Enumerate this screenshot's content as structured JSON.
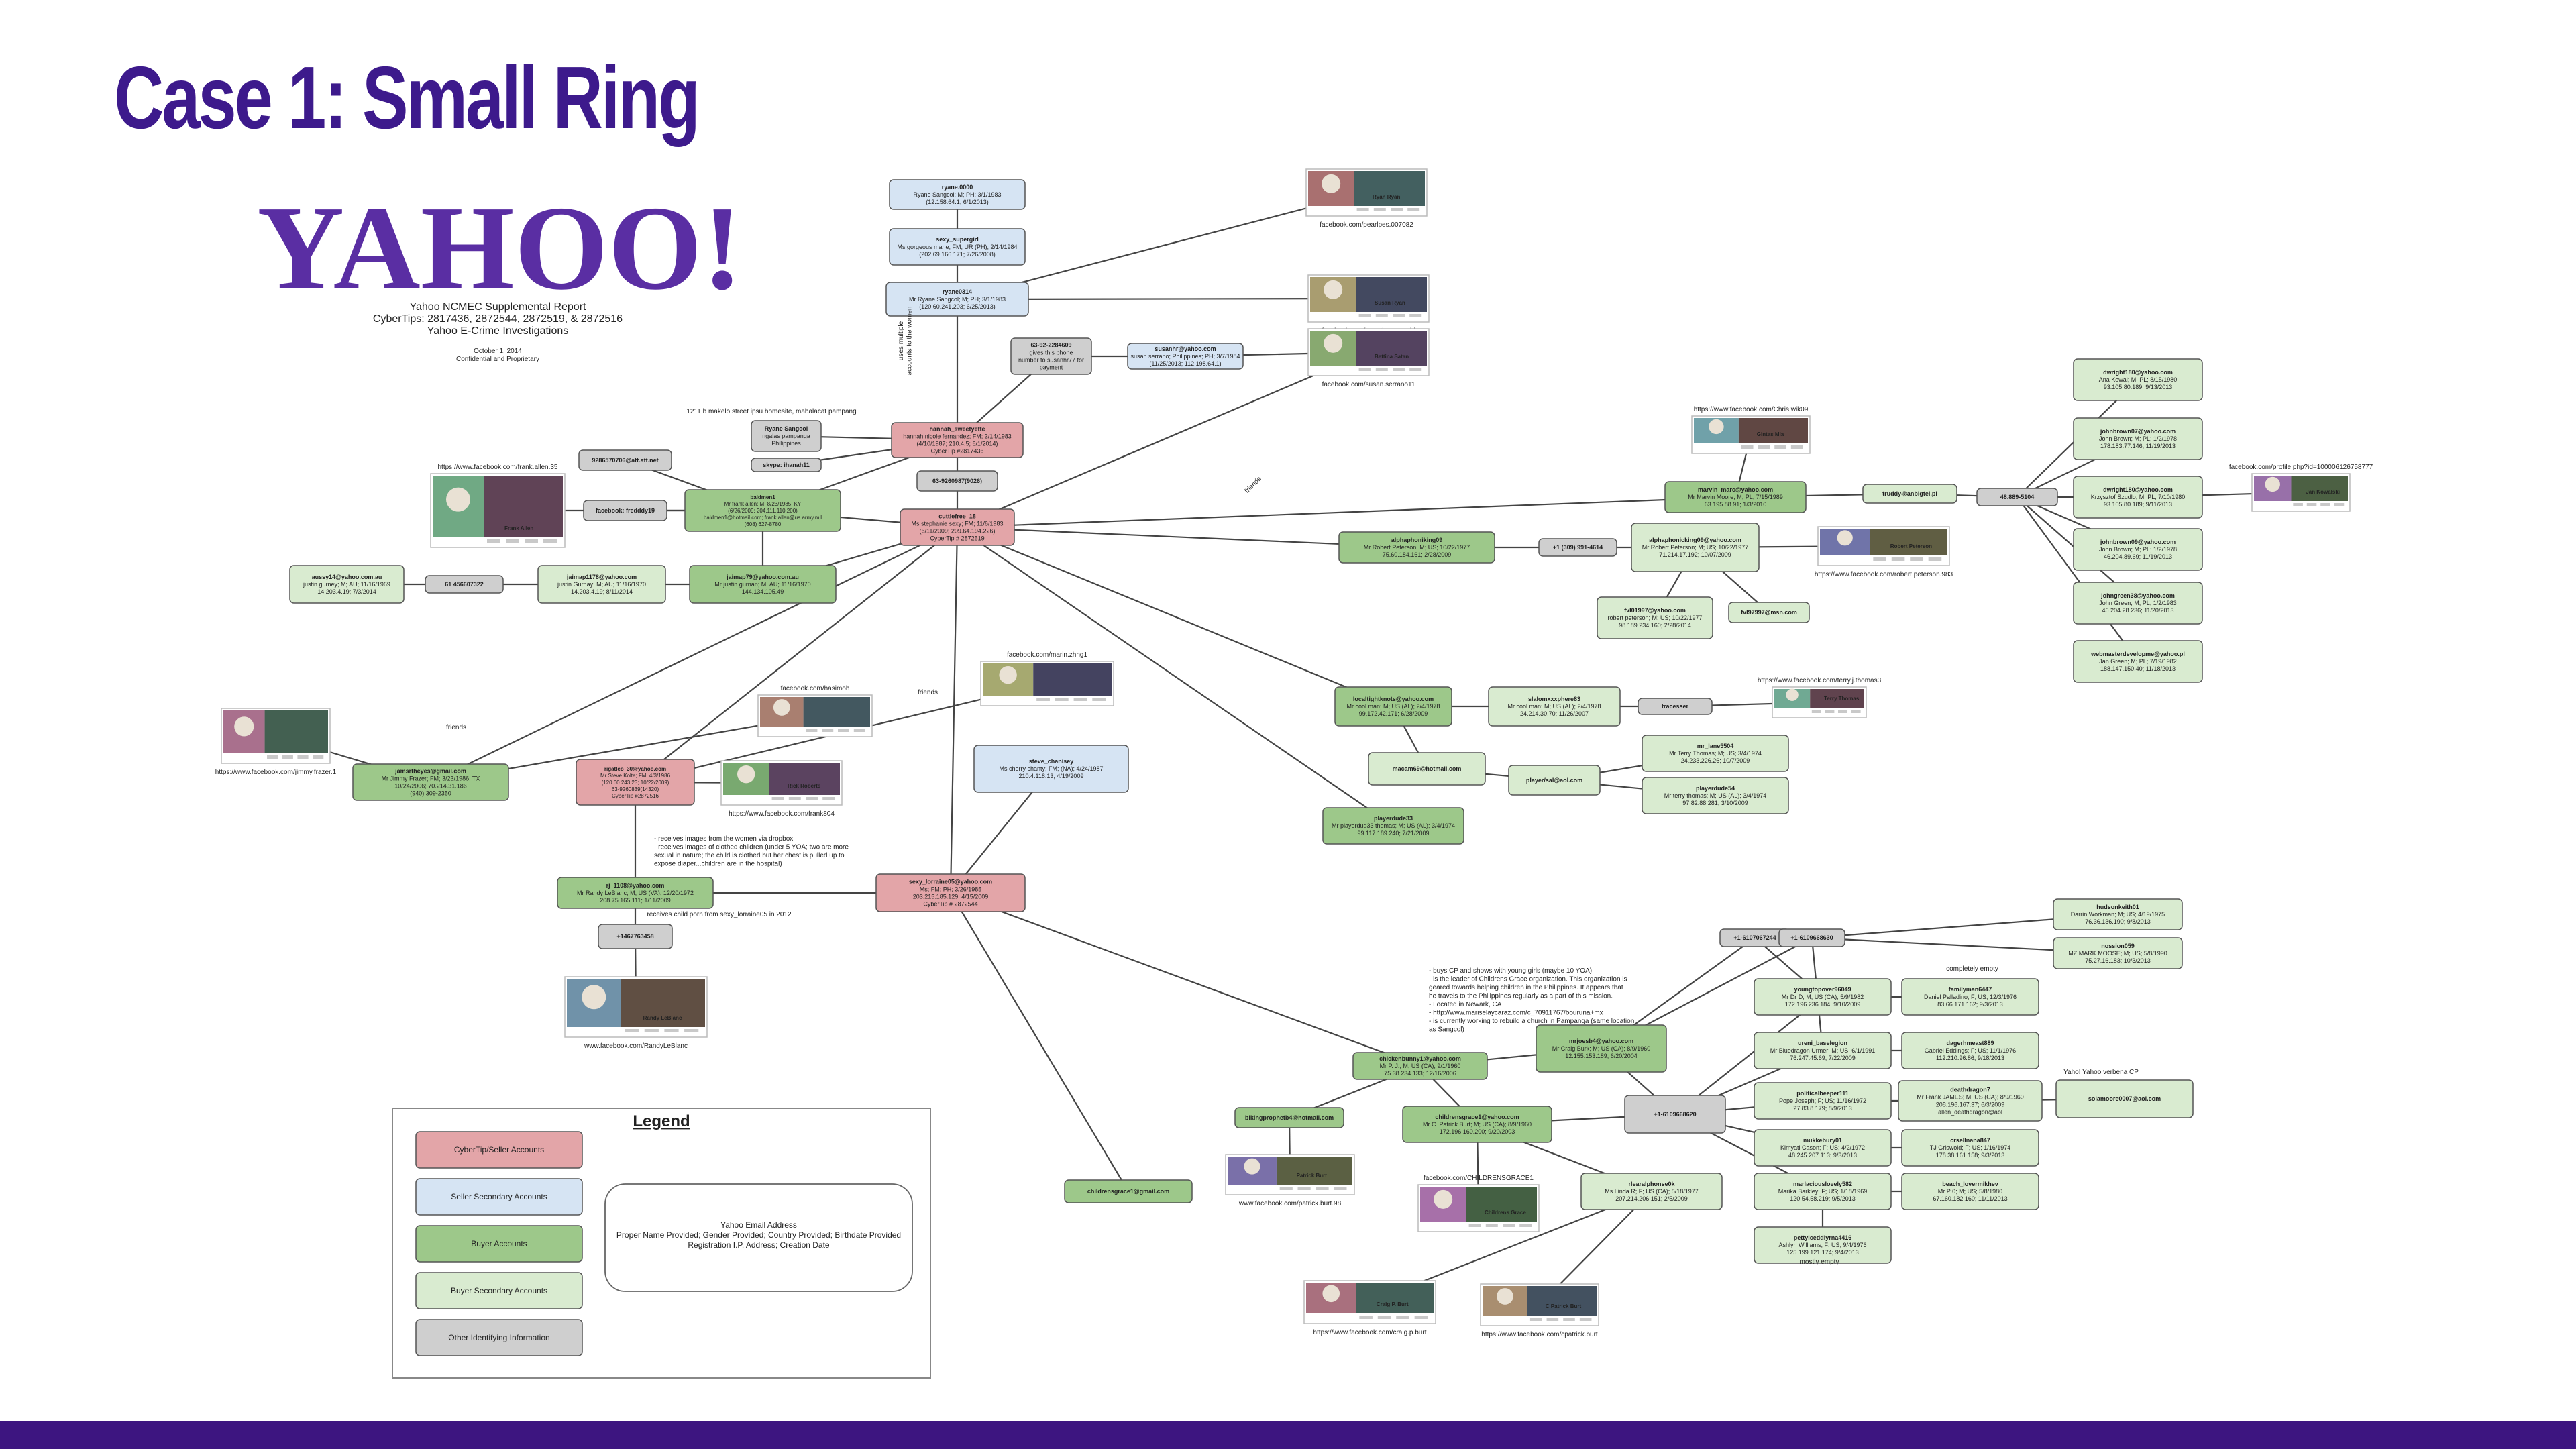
{
  "slide": {
    "title": "Case 1: Small Ring"
  },
  "colors": {
    "title": "#3d1a8c",
    "footer": "#3d1580",
    "cybertip": "#e3a5a8",
    "seller_secondary": "#d6e4f3",
    "buyer": "#9dc88a",
    "buyer_secondary": "#d9ebd0",
    "other": "#cfcfcf",
    "edge": "#444444",
    "logo": "#5a2ea3"
  },
  "report": {
    "logo": "YAHOO!",
    "lines": [
      "Yahoo NCMEC Supplemental Report",
      "CyberTips: 2817436, 2872544, 2872519, & 2872516",
      "Yahoo E-Crime Investigations"
    ],
    "small_lines": [
      "October 1, 2014",
      "Confidential and Proprietary"
    ]
  },
  "legend": {
    "title": "Legend",
    "items": [
      {
        "label": "CyberTip/Seller Accounts",
        "type": "cybertip"
      },
      {
        "label": "Seller Secondary Accounts",
        "type": "seller_secondary"
      },
      {
        "label": "Buyer Accounts",
        "type": "buyer"
      },
      {
        "label": "Buyer Secondary Accounts",
        "type": "buyer_secondary"
      },
      {
        "label": "Other Identifying Information",
        "type": "other"
      }
    ],
    "example_lines": [
      "Yahoo Email Address",
      "Proper Name Provided; Gender Provided; Country Provided; Birthdate Provided",
      "Registration I.P. Address; Creation Date"
    ]
  },
  "nodes": [
    {
      "id": "n1",
      "type": "seller_secondary",
      "lines": [
        "ryane.0000",
        "Ryane Sangcol; M; PH; 3/1/1983",
        "(12.158.64.1; 6/1/2013)"
      ]
    },
    {
      "id": "n2",
      "type": "seller_secondary",
      "lines": [
        "sexy_supergirl",
        "Ms gorgeous mane; FM; UR (PH); 2/14/1984",
        "(202.69.166.171; 7/26/2008)"
      ]
    },
    {
      "id": "n3",
      "type": "seller_secondary",
      "lines": [
        "ryane0314",
        "Mr Ryane Sangcol; M; PH; 3/1/1983",
        "(120.60.241.203; 6/25/2013)"
      ]
    },
    {
      "id": "n4",
      "type": "other",
      "lines": [
        "63-92-2284609",
        "gives this phone",
        "number to susanhr77 for",
        "payment"
      ]
    },
    {
      "id": "n5",
      "type": "seller_secondary",
      "lines": [
        "susanhr@yahoo.com",
        "susan.serrano; Philippines; PH; 3/7/1984",
        "(11/25/2013; 112.198.64.1)"
      ]
    },
    {
      "id": "n6",
      "type": "cybertip",
      "lines": [
        "hannah_sweetyette",
        "hannah nicole fernandez; FM; 3/14/1983",
        "(4/10/1987; 210.4.5; 6/1/2014)",
        "CyberTip #2817436"
      ]
    },
    {
      "id": "n7",
      "type": "other",
      "lines": [
        "Ryane Sangcol",
        "ngalas pampanga",
        "Philippines"
      ]
    },
    {
      "id": "n8",
      "type": "other",
      "lines": [
        "skype: ihanah11"
      ]
    },
    {
      "id": "n9",
      "type": "other",
      "lines": [
        "63-9260987(9026)"
      ]
    },
    {
      "id": "n10",
      "type": "cybertip",
      "lines": [
        "cuttiefree_18",
        "Ms stephanie sexy; FM; 11/6/1983",
        "(6/11/2009; 209.64.194.226)",
        "CyberTip # 2872519"
      ]
    },
    {
      "id": "n11",
      "type": "other",
      "lines": [
        "9286570706@att.att.net"
      ]
    },
    {
      "id": "n12",
      "type": "other",
      "lines": [
        "facebook: fredddy19"
      ]
    },
    {
      "id": "n13",
      "type": "buyer",
      "lines": [
        "baldmen1",
        "Mr frank allen; M; 8/23/1985; KY",
        "(6/26/2009; 204.111.110.200)",
        "baldmen1@hotmail.com; frank.allen@us.army.mil",
        "(608) 627-8780"
      ]
    },
    {
      "id": "n14",
      "type": "buyer",
      "lines": [
        "jaimap79@yahoo.com.au",
        "Mr justin gurnan; M; AU; 11/16/1970",
        "144.134.105.49"
      ]
    },
    {
      "id": "n15",
      "type": "buyer_secondary",
      "lines": [
        "jaimap1178@yahoo.com",
        "justin Gurnay; M; AU; 11/16/1970",
        "14.203.4.19; 8/11/2014"
      ]
    },
    {
      "id": "n16",
      "type": "other",
      "lines": [
        "61 456607322"
      ]
    },
    {
      "id": "n17",
      "type": "buyer_secondary",
      "lines": [
        "aussy14@yahoo.com.au",
        "justin gurney; M; AU; 11/16/1969",
        "14.203.4.19; 7/3/2014"
      ]
    },
    {
      "id": "n18",
      "type": "buyer",
      "lines": [
        "jamsrtheyes@gmail.com",
        "Mr Jimmy Frazer; FM; 3/23/1986; TX",
        "10/24/2006; 70.214.31.186",
        "(940) 309-2350"
      ]
    },
    {
      "id": "n19",
      "type": "cybertip",
      "lines": [
        "rigatleo_30@yahoo.com",
        "Mr Steve Kolte; FM; 4/3/1986",
        "(120.60.243.23; 10/22/2009)",
        "63-9260839(14320)",
        "CyberTip #2872516"
      ]
    },
    {
      "id": "n20",
      "type": "seller_secondary",
      "lines": [
        "steve_chanisey",
        "Ms cherry chanty; FM; (NA); 4/24/1987",
        "210.4.118.13; 4/19/2009"
      ]
    },
    {
      "id": "n21",
      "type": "buyer",
      "lines": [
        "rj_1108@yahoo.com",
        "Mr Randy LeBlanc; M; US (VA); 12/20/1972",
        "208.75.165.111; 1/11/2009"
      ]
    },
    {
      "id": "n22",
      "type": "other",
      "lines": [
        "+1467763458"
      ]
    },
    {
      "id": "n23",
      "type": "cybertip",
      "lines": [
        "sexy_lorraine05@yahoo.com",
        "Ms; FM; PH; 3/26/1985",
        "203.215.185.129; 4/15/2009",
        "CyberTip # 2872544"
      ]
    },
    {
      "id": "n24",
      "type": "buyer",
      "lines": [
        "marvin_marc@yahoo.com",
        "Mr Marvin Moore; M; PL; 7/15/1989",
        "63.195.88.91; 1/3/2010"
      ]
    },
    {
      "id": "n25",
      "type": "buyer_secondary",
      "lines": [
        "truddy@anbigtel.pl"
      ]
    },
    {
      "id": "n26",
      "type": "other",
      "lines": [
        "48.889-5104"
      ]
    },
    {
      "id": "n27",
      "type": "buyer",
      "lines": [
        "alphaphoniking09",
        "Mr Robert Peterson; M; US; 10/22/1977",
        "75.60.184.161; 2/28/2009"
      ]
    },
    {
      "id": "n28",
      "type": "other",
      "lines": [
        "+1 (309) 991-4614"
      ]
    },
    {
      "id": "n29",
      "type": "buyer_secondary",
      "lines": [
        "alphaphonicking09@yahoo.com",
        "Mr Robert Peterson; M; US; 10/22/1977",
        "71.214.17.192; 10/07/2009"
      ]
    },
    {
      "id": "n30",
      "type": "buyer_secondary",
      "lines": [
        "fvl01997@yahoo.com",
        "robert peterson; M; US; 10/22/1977",
        "98.189.234.160; 2/28/2014"
      ]
    },
    {
      "id": "n31",
      "type": "buyer_secondary",
      "lines": [
        "fvl97997@msn.com"
      ]
    },
    {
      "id": "n32",
      "type": "buyer_secondary",
      "lines": [
        "dwright180@yahoo.com",
        "Ana Kowal; M; PL; 8/15/1980",
        "93.105.80.189; 9/13/2013"
      ]
    },
    {
      "id": "n33",
      "type": "buyer_secondary",
      "lines": [
        "johnbrown07@yahoo.com",
        "John Brown; M; PL; 1/2/1978",
        "178.183.77.146; 11/19/2013"
      ]
    },
    {
      "id": "n34",
      "type": "buyer_secondary",
      "lines": [
        "dwright180@yahoo.com",
        "Krzysztof Szudlo; M; PL; 7/10/1980",
        "93.105.80.189; 9/11/2013"
      ]
    },
    {
      "id": "n35",
      "type": "buyer_secondary",
      "lines": [
        "johnbrown09@yahoo.com",
        "John Brown; M; PL; 1/2/1978",
        "46.204.89.69; 11/19/2013"
      ]
    },
    {
      "id": "n36",
      "type": "buyer_secondary",
      "lines": [
        "johngreen38@yahoo.com",
        "John Green; M; PL; 1/2/1983",
        "46.204.28.236; 11/20/2013"
      ]
    },
    {
      "id": "n37",
      "type": "buyer_secondary",
      "lines": [
        "webmasterdevelopme@yahoo.pl",
        "Jan Green; M; PL; 7/19/1982",
        "188.147.150.40; 11/18/2013"
      ]
    },
    {
      "id": "n38",
      "type": "buyer",
      "lines": [
        "localtightknots@yahoo.com",
        "Mr cool man; M; US (AL); 2/4/1978",
        "99.172.42.171; 6/28/2009"
      ]
    },
    {
      "id": "n39",
      "type": "buyer_secondary",
      "lines": [
        "slalomxxxphere83",
        "Mr cool man; M; US (AL); 2/4/1978",
        "24.214.30.70; 11/26/2007"
      ]
    },
    {
      "id": "n40",
      "type": "other",
      "lines": [
        "tracesser"
      ]
    },
    {
      "id": "n41",
      "type": "buyer_secondary",
      "lines": [
        "macam69@hotmail.com"
      ]
    },
    {
      "id": "n42",
      "type": "buyer_secondary",
      "lines": [
        "player/sal@aol.com"
      ]
    },
    {
      "id": "n43",
      "type": "buyer_secondary",
      "lines": [
        "mr_lane5504",
        "Mr Terry Thomas; M; US; 3/4/1974",
        "24.233.226.26; 10/7/2009"
      ]
    },
    {
      "id": "n44",
      "type": "buyer_secondary",
      "lines": [
        "playerdude54",
        "Mr terry thomas; M; US (AL); 3/4/1974",
        "97.82.88.281; 3/10/2009"
      ]
    },
    {
      "id": "n45",
      "type": "buyer",
      "lines": [
        "playerdude33",
        "Mr playerdud33 thomas; M; US (AL); 3/4/1974",
        "99.117.189.240; 7/21/2009"
      ]
    },
    {
      "id": "n46",
      "type": "buyer",
      "lines": [
        "chickenbunny1@yahoo.com",
        "Mr P. J.; M; US (CA); 9/1/1960",
        "75.38.234.133; 12/16/2006"
      ]
    },
    {
      "id": "n47",
      "type": "buyer",
      "lines": [
        "mrjoesb4@yahoo.com",
        "Mr Craig Burk; M; US (CA); 8/9/1960",
        "12.155.153.189; 6/20/2004"
      ]
    },
    {
      "id": "n48",
      "type": "buyer",
      "lines": [
        "bikingprophetb4@hotmail.com"
      ]
    },
    {
      "id": "n49",
      "type": "buyer",
      "lines": [
        "childrensgrace1@yahoo.com",
        "Mr C. Patrick Burt; M; US (CA); 8/9/1960",
        "172.196.160.200; 9/20/2003"
      ]
    },
    {
      "id": "n50",
      "type": "buyer",
      "lines": [
        "childrensgrace1@gmail.com"
      ]
    },
    {
      "id": "n51",
      "type": "other",
      "lines": [
        "+1-6107067244"
      ]
    },
    {
      "id": "n52",
      "type": "other",
      "lines": [
        "+1-6109668630"
      ]
    },
    {
      "id": "n53",
      "type": "other",
      "lines": [
        "+1-6109668620"
      ]
    },
    {
      "id": "n54",
      "type": "buyer_secondary",
      "lines": [
        "hudsonkeith01",
        "Darrin Workman; M; US; 4/19/1975",
        "76.36.136.190; 9/8/2013"
      ]
    },
    {
      "id": "n55",
      "type": "buyer_secondary",
      "lines": [
        "nossion059",
        "MZ.MARK MOOSE; M; US; 5/8/1990",
        "75.27.16.183; 10/3/2013"
      ]
    },
    {
      "id": "n56",
      "type": "buyer_secondary",
      "lines": [
        "youngtopover96049",
        "Mr Dr D; M; US (CA); 5/9/1982",
        "172.196.236.184; 9/10/2009"
      ]
    },
    {
      "id": "n57",
      "type": "buyer_secondary",
      "lines": [
        "familyman6447",
        "Daniel Palladino; F; US; 12/3/1976",
        "83.66.171.162; 9/3/2013"
      ]
    },
    {
      "id": "n58",
      "type": "buyer_secondary",
      "lines": [
        "ureni_baselegion",
        "Mr Bluedragon Urmer; M; US; 6/1/1991",
        "76.247.45.69; 7/22/2009"
      ]
    },
    {
      "id": "n59",
      "type": "buyer_secondary",
      "lines": [
        "dagerhmeast889",
        "Gabriel Eddings; F; US; 11/1/1976",
        "112.210.96.86; 9/18/2013"
      ]
    },
    {
      "id": "n60",
      "type": "buyer_secondary",
      "lines": [
        "politicalbeeper111",
        "Pope Joseph; F; US; 11/16/1972",
        "27.83.8.179; 8/9/2013"
      ]
    },
    {
      "id": "n61",
      "type": "buyer_secondary",
      "lines": [
        "deathdragon7",
        "Mr Frank JAMES; M; US (CA); 8/9/1960",
        "208.196.167.37; 6/3/2009",
        "allen_deathdragon@aol"
      ]
    },
    {
      "id": "n62",
      "type": "buyer_secondary",
      "lines": [
        "solamoore0007@aol.com"
      ]
    },
    {
      "id": "n63",
      "type": "buyer_secondary",
      "lines": [
        "mukkebury01",
        "Kimyati Cason; F; US; 4/2/1972",
        "48.245.207.113; 9/3/2013"
      ]
    },
    {
      "id": "n64",
      "type": "buyer_secondary",
      "lines": [
        "crsellnana847",
        "TJ Griswold; F; US; 1/16/1974",
        "178.38.161.158; 9/3/2013"
      ]
    },
    {
      "id": "n65",
      "type": "buyer_secondary",
      "lines": [
        "rlearalphonse0k",
        "Ms Linda R; F; US (CA); 5/18/1977",
        "207.214.206.151; 2/5/2009"
      ]
    },
    {
      "id": "n66",
      "type": "buyer_secondary",
      "lines": [
        "marlaciouslovely582",
        "Marika Barkley; F; US; 1/18/1969",
        "120.54.58.219; 9/5/2013"
      ]
    },
    {
      "id": "n67",
      "type": "buyer_secondary",
      "lines": [
        "beach_lovermikhev",
        "Mr P 0; M; US; 5/8/1980",
        "67.160.182.160; 11/11/2013"
      ]
    },
    {
      "id": "n68",
      "type": "buyer_secondary",
      "lines": [
        "pettyiceddiyrna4416",
        "Ashlyn Williams; F; US; 9/4/1976",
        "125.199.121.174; 9/4/2013"
      ]
    }
  ],
  "photos": [
    {
      "id": "p1",
      "name": "Ryan Ryan",
      "caption": "facebook.com/pearlpes.007082"
    },
    {
      "id": "p2",
      "name": "Susan Ryan",
      "caption": "facebook.com/ryan.thegrowndd"
    },
    {
      "id": "p3",
      "name": "Bettina Satan",
      "caption": "facebook.com/susan.serrano11"
    },
    {
      "id": "p4",
      "name": "Frank Allen",
      "caption": "https://www.facebook.com/frank.allen.35"
    },
    {
      "id": "p5",
      "name": "Gintas Mia",
      "caption": "https://www.facebook.com/Chris.wik09"
    },
    {
      "id": "p6",
      "name": "Robert Peterson",
      "caption": "https://www.facebook.com/robert.peterson.983"
    },
    {
      "id": "p7",
      "name": "Jan Kowalski",
      "caption": "facebook.com/profile.php?id=100006126758777"
    },
    {
      "id": "p8",
      "name": "",
      "caption": "https://www.facebook.com/jimmy.frazer.1"
    },
    {
      "id": "p9",
      "name": "",
      "caption": "facebook.com/hasimoh"
    },
    {
      "id": "p10",
      "name": "",
      "caption": "facebook.com/marin.zhng1"
    },
    {
      "id": "p11",
      "name": "Rick Roberts",
      "caption": "https://www.facebook.com/frank804"
    },
    {
      "id": "p12",
      "name": "Terry Thomas",
      "caption": "https://www.facebook.com/terry.j.thomas3"
    },
    {
      "id": "p13",
      "name": "Randy LeBlanc",
      "caption": "www.facebook.com/RandyLeBlanc"
    },
    {
      "id": "p14",
      "name": "Patrick Burt",
      "caption": "www.facebook.com/patrick.burt.98"
    },
    {
      "id": "p15",
      "name": "Childrens Grace",
      "caption": "facebook.com/CHILDRENSGRACE1"
    },
    {
      "id": "p16",
      "name": "Craig P. Burt",
      "caption": "https://www.facebook.com/craig.p.burt"
    },
    {
      "id": "p17",
      "name": "C Patrick Burt",
      "caption": "https://www.facebook.com/cpatrick.burt"
    }
  ],
  "annotations": [
    {
      "id": "a1",
      "text": "1211 b makelo street ipsu homesite, mabalacat pampang"
    },
    {
      "id": "a2",
      "text": "friends"
    },
    {
      "id": "a3",
      "text": "friends"
    },
    {
      "id": "a4",
      "text": "friends"
    },
    {
      "id": "a5",
      "lines": [
        "- receives images from the women via dropbox",
        "- receives images of clothed children (under 5 YOA; two are more",
        "  sexual in nature; the child is clothed but her chest is pulled up to",
        "  expose diaper...children are in the hospital)"
      ]
    },
    {
      "id": "a6",
      "text": "receives child porn from sexy_lorraine05 in 2012"
    },
    {
      "id": "a7",
      "lines": [
        "- buys CP and shows with young girls (maybe 10 YOA)",
        "- is the leader of Childrens Grace organization. This organization is",
        "  geared towards helping children in the Philippines. It appears that",
        "  he travels to the Philippines regularly as a part of this mission.",
        "- Located in Newark, CA",
        "- http://www.mariselaycaraz.com/c_70911767/bouruna+mx",
        "- is currently working to rebuild a church in Pampanga (same location",
        "  as Sangcol)"
      ]
    },
    {
      "id": "a8",
      "text": "completely empty"
    },
    {
      "id": "a9",
      "text": "Yaho! Yahoo verbena CP"
    },
    {
      "id": "a10",
      "text": "mostly empty"
    },
    {
      "id": "a11",
      "lines": [
        "uses multiple",
        "accounts to the women"
      ]
    }
  ]
}
